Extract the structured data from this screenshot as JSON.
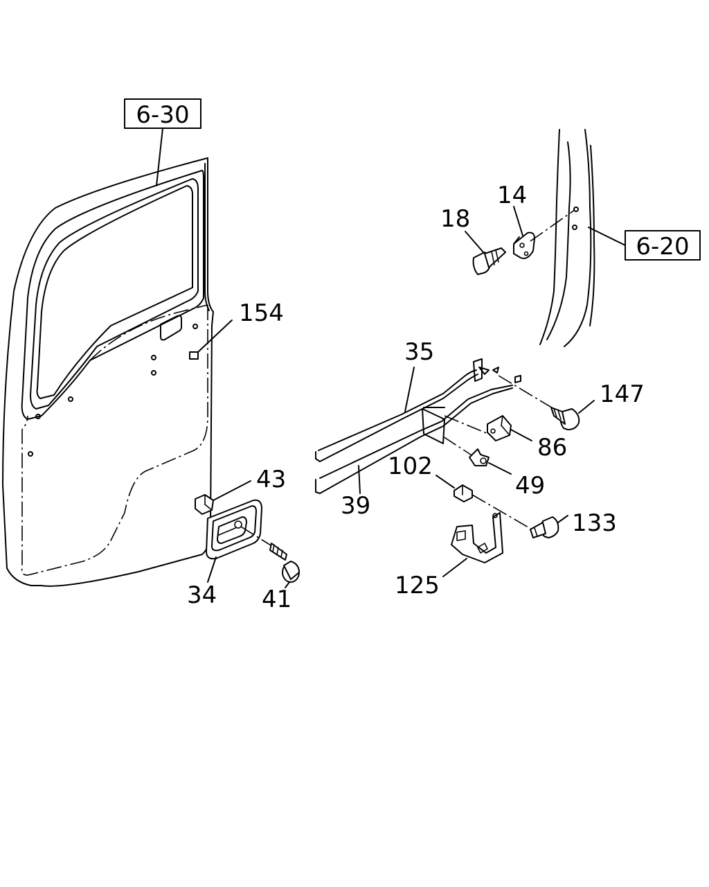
{
  "refs": {
    "door": "6-30",
    "pillar": "6-20"
  },
  "labels": {
    "p154": "154",
    "p18": "18",
    "p14": "14",
    "p35": "35",
    "p147": "147",
    "p86": "86",
    "p102": "102",
    "p49": "49",
    "p39": "39",
    "p133": "133",
    "p43": "43",
    "p34": "34",
    "p41": "41",
    "p125": "125"
  }
}
